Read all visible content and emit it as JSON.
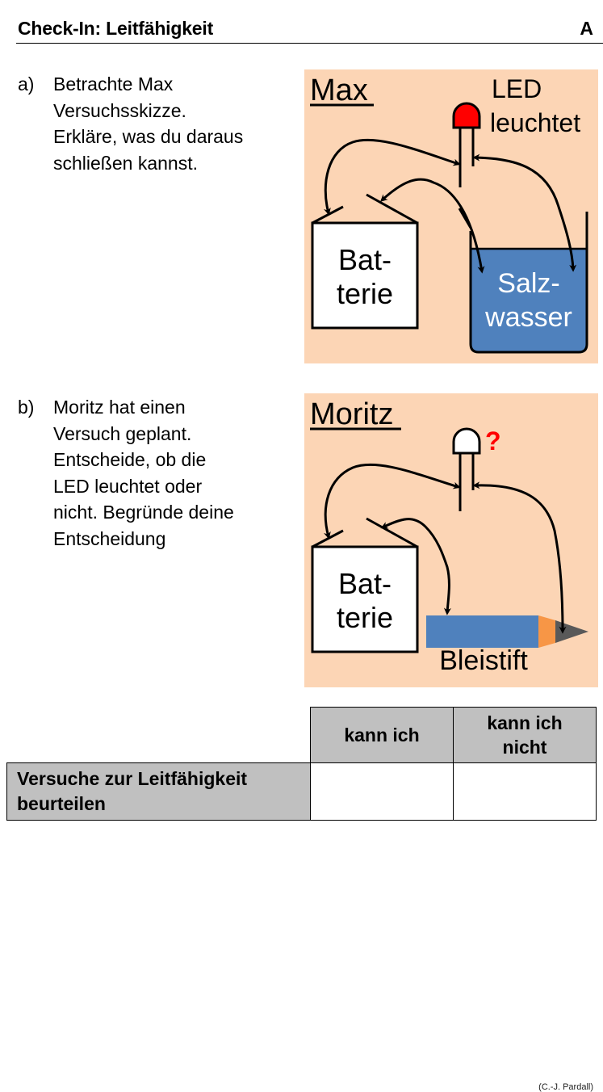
{
  "header": {
    "title": "Check-In: Leitfähigkeit",
    "level": "A"
  },
  "tasks": [
    {
      "label": "a)",
      "lines": [
        "Betrachte Max",
        "Versuchsskizze.",
        "Erkläre, was du daraus",
        "schließen kannst."
      ]
    },
    {
      "label": "b)",
      "lines": [
        "Moritz hat einen",
        "Versuch geplant.",
        "Entscheide, ob die",
        "LED leuchtet oder",
        "nicht. Begründe deine",
        "Entscheidung"
      ]
    }
  ],
  "figures": {
    "max": {
      "title": "Max",
      "led_caption": [
        "LED",
        "leuchtet"
      ],
      "battery_label": [
        "Bat-",
        "terie"
      ],
      "conductor_label": [
        "Salz-",
        "wasser"
      ],
      "led_state": "on",
      "credit": "(C.-J. Pardall)"
    },
    "moritz": {
      "title": "Moritz",
      "led_marker": "?",
      "battery_label": [
        "Bat-",
        "terie"
      ],
      "conductor_label": "Bleistift",
      "led_state": "unknown",
      "credit": "(C.-J. Pardall)"
    }
  },
  "colors": {
    "figure_background": "#fcd5b5",
    "led_on": "#ff0000",
    "led_unknown": "#ffffff",
    "question_mark": "#ff0000",
    "salt_water": "#4f81bd",
    "pencil_body": "#4f81bd",
    "pencil_wood": "#f79646",
    "pencil_lead": "#595959",
    "table_header": "#c0c0c0"
  },
  "selfcheck": {
    "columns": [
      "kann ich",
      "kann ich nicht"
    ],
    "column_lines": [
      [
        "kann ich"
      ],
      [
        "kann ich",
        "nicht"
      ]
    ],
    "rows": [
      {
        "label_lines": [
          "Versuche zur Leitfähigkeit",
          "beurteilen"
        ],
        "kann_ich": "",
        "kann_ich_nicht": ""
      }
    ]
  }
}
